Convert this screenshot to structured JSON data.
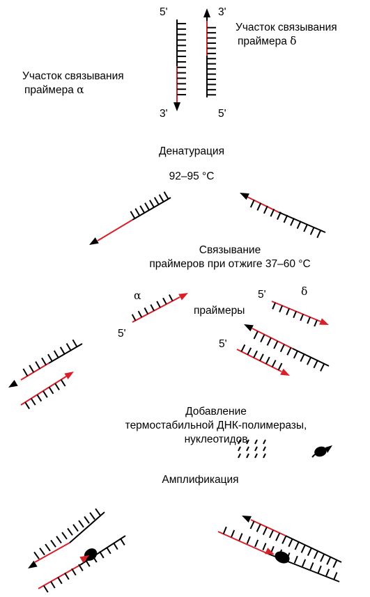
{
  "labels": {
    "five_prime": "5'",
    "three_prime": "3'",
    "site_delta_line1": "Участок связывания",
    "site_delta_line2": "праймера",
    "delta": "δ",
    "site_alpha_line1": "Участок связывания",
    "site_alpha_line2": "праймера",
    "alpha": "α",
    "denaturation": "Денатурация",
    "denaturation_temp": "92–95 °C",
    "annealing_line1": "Связывание",
    "annealing_line2": "праймеров при отжиге 37–60 °C",
    "primers": "праймеры",
    "addition_line1": "Добавление",
    "addition_line2": "термостабильной ДНК-полимеразы,",
    "addition_line3": "нуклеотидов",
    "amplification": "Амплификация"
  },
  "colors": {
    "strand": "#000000",
    "primer": "#d8202a",
    "polymerase": "#000000"
  }
}
